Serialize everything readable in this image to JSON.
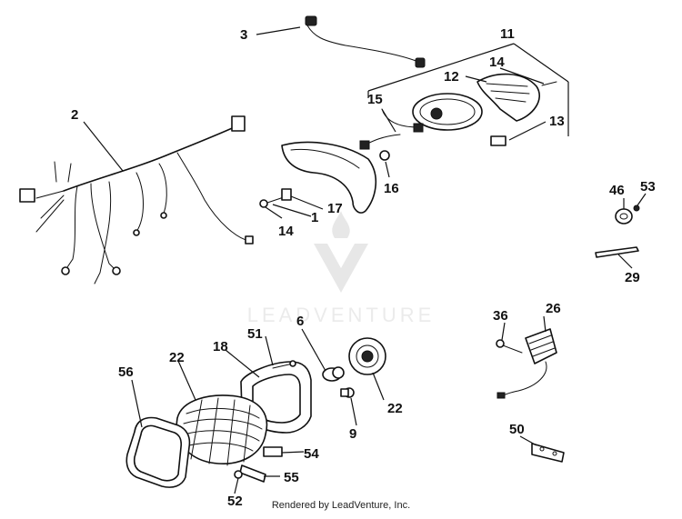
{
  "watermark": {
    "logo_text": "LEADVENTURE"
  },
  "footer": {
    "text": "Rendered by LeadVenture, Inc."
  },
  "callouts": [
    {
      "id": "c1",
      "label": "1"
    },
    {
      "id": "c2",
      "label": "2"
    },
    {
      "id": "c3",
      "label": "3"
    },
    {
      "id": "c6",
      "label": "6"
    },
    {
      "id": "c9",
      "label": "9"
    },
    {
      "id": "c11",
      "label": "11"
    },
    {
      "id": "c12",
      "label": "12"
    },
    {
      "id": "c13",
      "label": "13"
    },
    {
      "id": "c14a",
      "label": "14"
    },
    {
      "id": "c14b",
      "label": "14"
    },
    {
      "id": "c15",
      "label": "15"
    },
    {
      "id": "c16",
      "label": "16"
    },
    {
      "id": "c17",
      "label": "17"
    },
    {
      "id": "c18",
      "label": "18"
    },
    {
      "id": "c22a",
      "label": "22"
    },
    {
      "id": "c22b",
      "label": "22"
    },
    {
      "id": "c26",
      "label": "26"
    },
    {
      "id": "c29",
      "label": "29"
    },
    {
      "id": "c36",
      "label": "36"
    },
    {
      "id": "c46",
      "label": "46"
    },
    {
      "id": "c50",
      "label": "50"
    },
    {
      "id": "c51",
      "label": "51"
    },
    {
      "id": "c52",
      "label": "52"
    },
    {
      "id": "c53",
      "label": "53"
    },
    {
      "id": "c54",
      "label": "54"
    },
    {
      "id": "c55",
      "label": "55"
    },
    {
      "id": "c56",
      "label": "56"
    }
  ]
}
